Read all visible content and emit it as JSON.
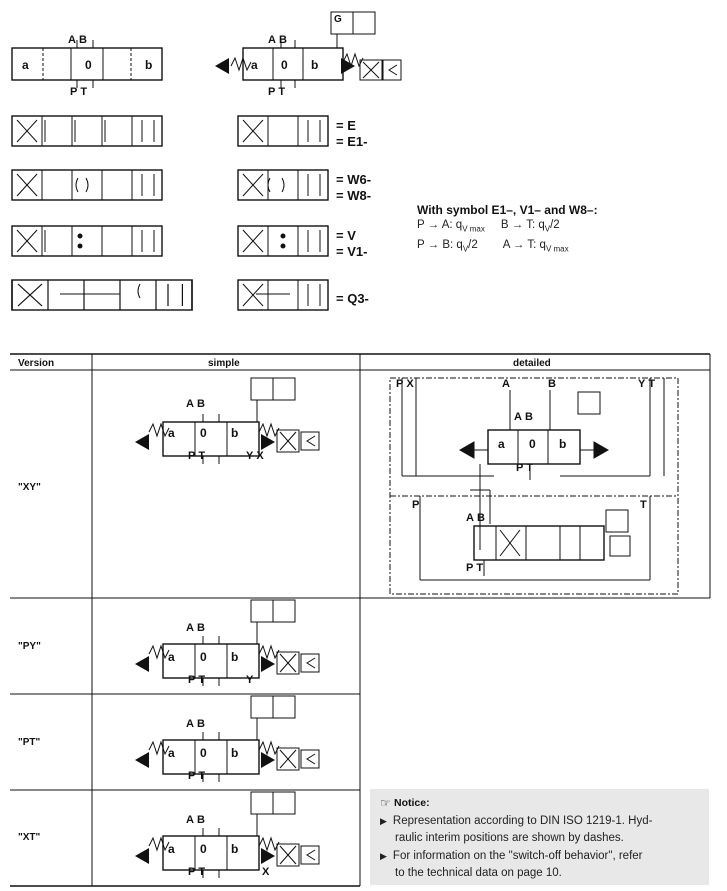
{
  "symbols": {
    "ports_top": [
      "A",
      "B"
    ],
    "ports_bottom": [
      "P",
      "T"
    ],
    "positions": [
      "a",
      "0",
      "b"
    ],
    "port_x": "X",
    "port_y": "Y",
    "pilot_g": "G",
    "labels": [
      "= E",
      "= E1-",
      "= W6-",
      "= W8-",
      "= V",
      "= V1-",
      "= Q3-"
    ]
  },
  "flow_note": {
    "heading": "With symbol E1–, V1– and W8–:",
    "line1_left": "P → A: q",
    "line1_left_sub": "V max",
    "line1_right": "B → T: q",
    "line1_right_sub": "V",
    "line1_right_tail": "/2",
    "line2_left": "P → B: q",
    "line2_left_sub": "V",
    "line2_left_tail": "/2",
    "line2_right": "A → T: q",
    "line2_right_sub": "V max"
  },
  "table": {
    "headers": [
      "Version",
      "simple",
      "detailed"
    ],
    "rows": [
      "\"XY\"",
      "\"PY\"",
      "\"PT\"",
      "\"XT\""
    ]
  },
  "notice": {
    "title": "Notice:",
    "bullet1_line1": "Representation according to DIN ISO 1219-1. Hyd-",
    "bullet1_line2": "raulic interim positions are shown by dashes.",
    "bullet2_line1": "For information on the \"switch-off behavior\", refer",
    "bullet2_line2": "to the technical data on page 10."
  }
}
